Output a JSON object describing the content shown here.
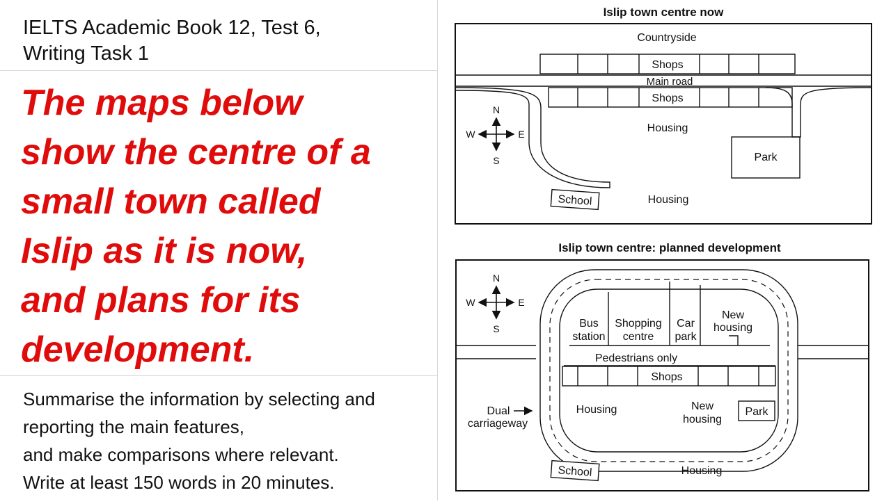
{
  "task": {
    "book_line1": "IELTS Academic Book 12, Test 6,",
    "book_line2": "Writing Task 1",
    "prompt_lines": [
      "The maps below",
      "show the centre of a",
      "small town called",
      "Islip as it is now,",
      "and plans for its",
      "development."
    ],
    "instruction_lines": [
      "Summarise the information by selecting and",
      "reporting the main features,",
      "and make comparisons where relevant.",
      "Write at least 150 words in 20 minutes."
    ]
  },
  "map_now": {
    "title": "Islip town centre now",
    "countryside": "Countryside",
    "shops_north": "Shops",
    "main_road": "Main road",
    "shops_south": "Shops",
    "housing_1": "Housing",
    "park": "Park",
    "school": "School",
    "housing_2": "Housing",
    "compass": {
      "n": "N",
      "s": "S",
      "e": "E",
      "w": "W"
    }
  },
  "map_planned": {
    "title": "Islip town centre: planned development",
    "bus_1": "Bus",
    "bus_2": "station",
    "shopping_1": "Shopping",
    "shopping_2": "centre",
    "car_1": "Car",
    "car_2": "park",
    "new_housing_1": "New",
    "new_housing_2": "housing",
    "pedestrians": "Pedestrians only",
    "shops": "Shops",
    "dual_1": "Dual",
    "dual_2": "carriageway",
    "housing_west": "Housing",
    "new_housing_s1": "New",
    "new_housing_s2": "housing",
    "park": "Park",
    "school": "School",
    "housing_south": "Housing",
    "compass": {
      "n": "N",
      "s": "S",
      "e": "E",
      "w": "W"
    }
  }
}
